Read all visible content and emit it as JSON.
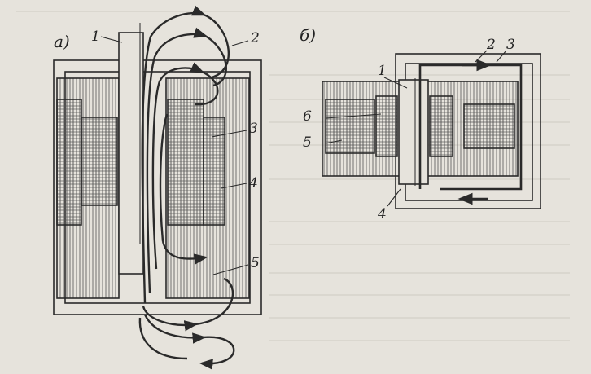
{
  "figure": {
    "panel_a_label": "а)",
    "panel_b_label": "б)",
    "panel_a_callouts": [
      "1",
      "2",
      "3",
      "4",
      "5"
    ],
    "panel_b_callouts": [
      "1",
      "2",
      "3",
      "4",
      "5",
      "6"
    ]
  },
  "colors": {
    "paper": "#e6e3dc",
    "ink": "#2a2a2a",
    "hatch": "#555555"
  }
}
